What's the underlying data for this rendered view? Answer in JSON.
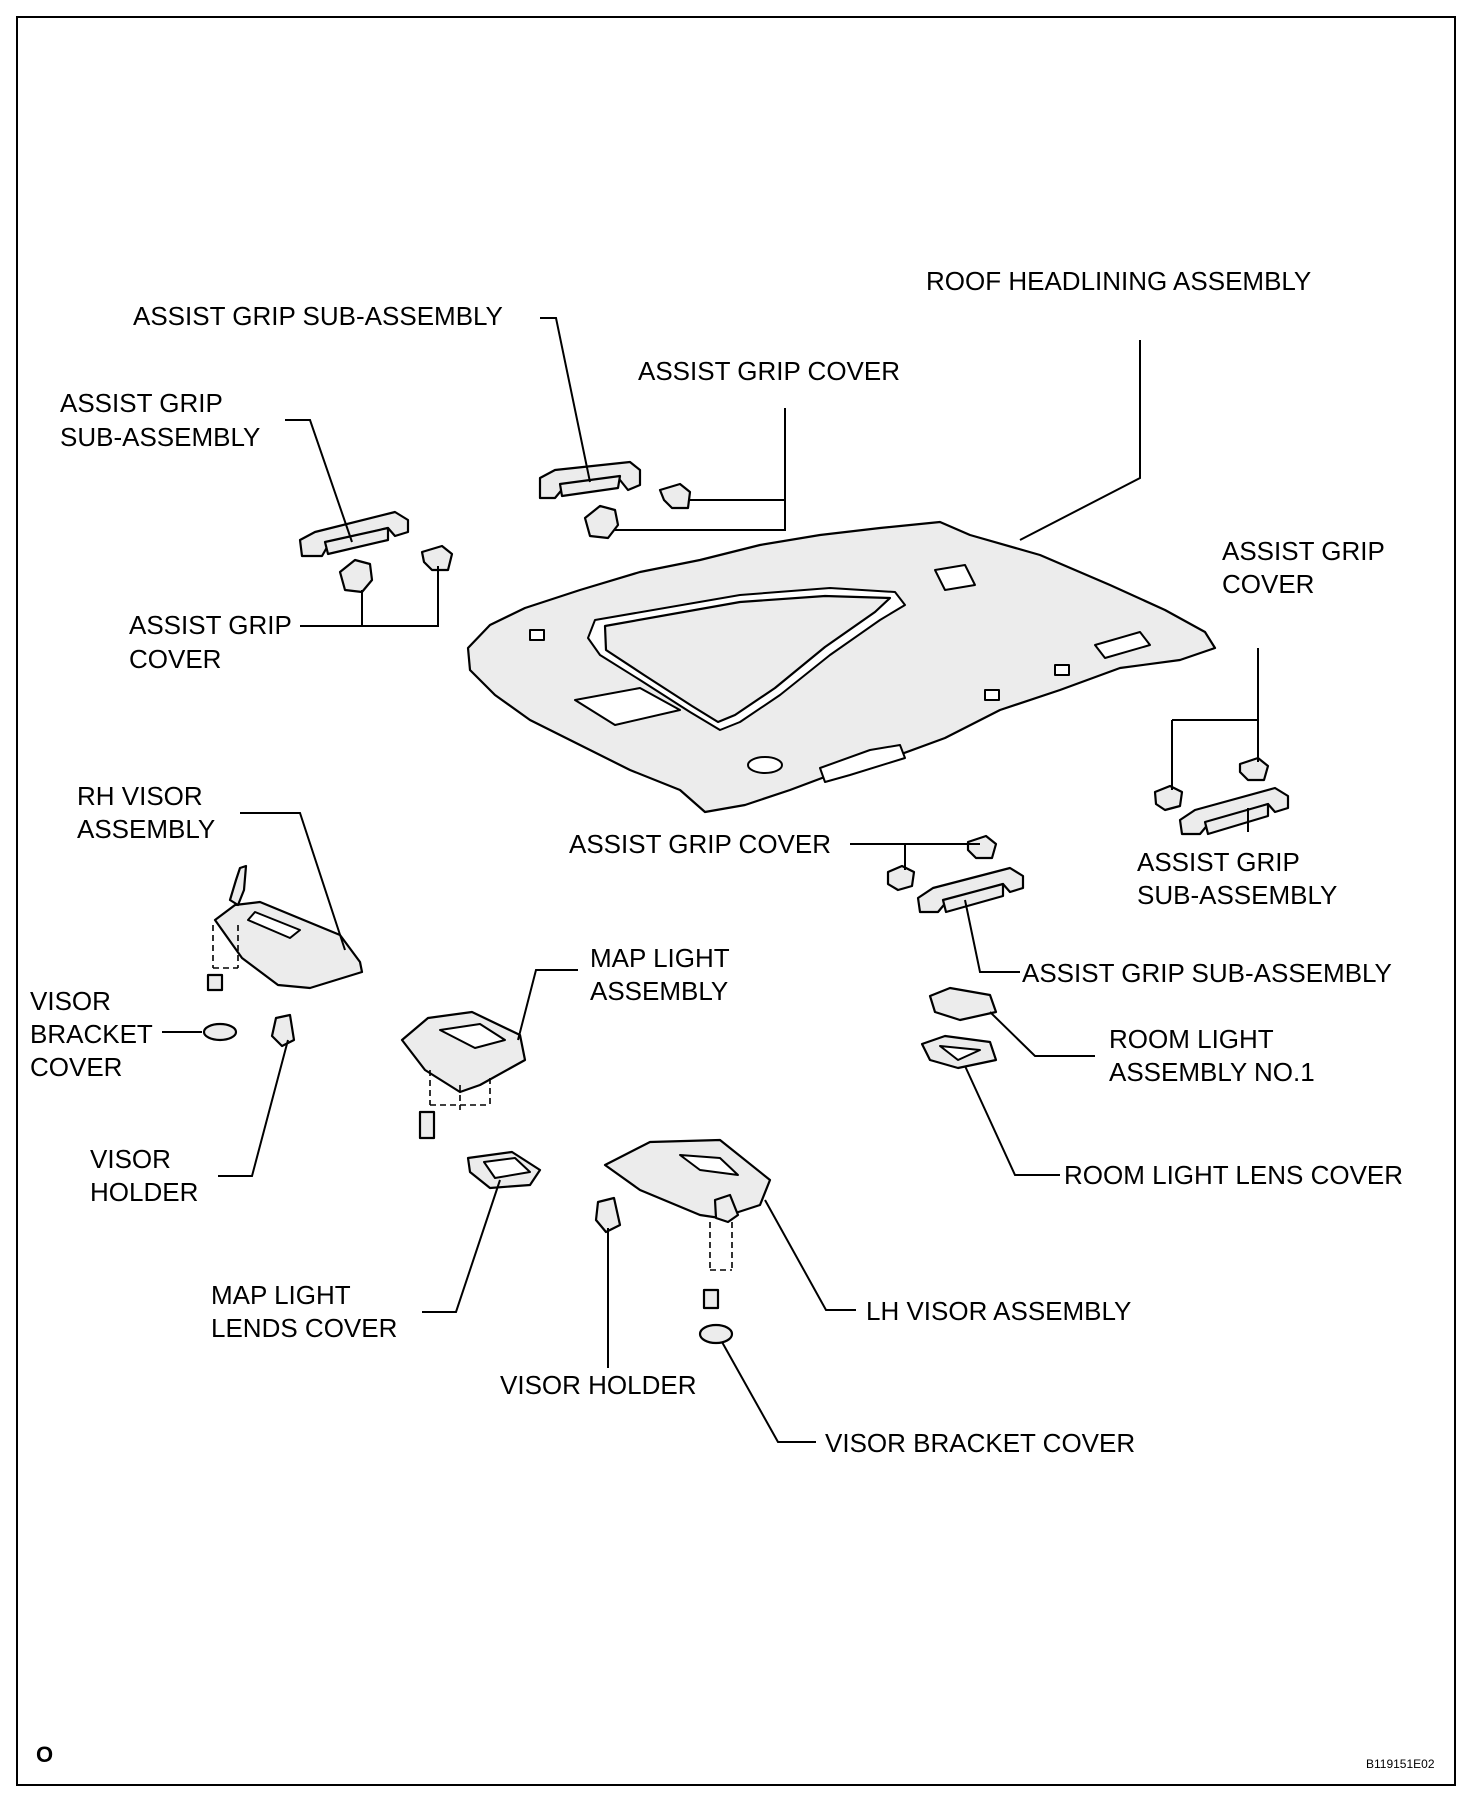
{
  "labels": {
    "roof_headlining": "ROOF HEADLINING ASSEMBLY",
    "assist_grip_sub_top": "ASSIST GRIP SUB-ASSEMBLY",
    "assist_grip_cover_top": "ASSIST GRIP COVER",
    "assist_grip_sub_left": [
      "ASSIST GRIP",
      "SUB-ASSEMBLY"
    ],
    "assist_grip_cover_left": [
      "ASSIST GRIP",
      "COVER"
    ],
    "assist_grip_cover_right": [
      "ASSIST GRIP",
      "COVER"
    ],
    "assist_grip_sub_right": [
      "ASSIST GRIP",
      "SUB-ASSEMBLY"
    ],
    "assist_grip_cover_mid": "ASSIST GRIP COVER",
    "assist_grip_sub_mid": "ASSIST GRIP SUB-ASSEMBLY",
    "rh_visor": [
      "RH VISOR",
      "ASSEMBLY"
    ],
    "visor_bracket_cover_left": [
      "VISOR",
      "BRACKET",
      "COVER"
    ],
    "visor_holder_left": [
      "VISOR",
      "HOLDER"
    ],
    "map_light_assembly": [
      "MAP LIGHT",
      "ASSEMBLY"
    ],
    "room_light_assembly": [
      "ROOM LIGHT",
      "ASSEMBLY NO.1"
    ],
    "room_light_lens_cover": "ROOM LIGHT LENS COVER",
    "map_light_lens_cover": [
      "MAP LIGHT",
      "LENDS COVER"
    ],
    "lh_visor": "LH VISOR ASSEMBLY",
    "visor_holder_bottom": "VISOR HOLDER",
    "visor_bracket_cover_bottom": "VISOR BRACKET COVER"
  },
  "corner_mark": "O",
  "figure_code": "B119151E02"
}
